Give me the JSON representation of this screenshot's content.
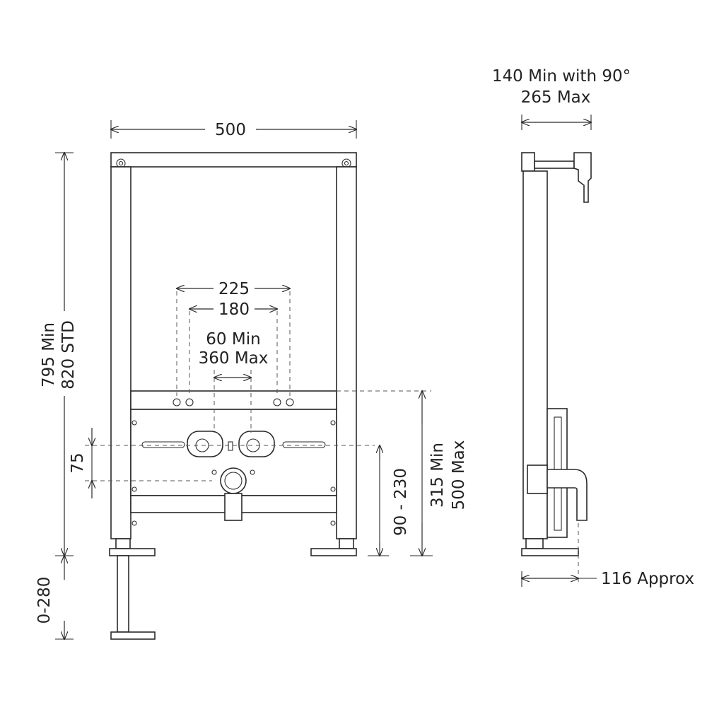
{
  "labels": {
    "overall_width": "500",
    "overall_height_min": "795 Min",
    "overall_height_std": "820 STD",
    "feet_adjust": "0-280",
    "hole_spacing_outer": "225",
    "hole_spacing_inner": "180",
    "pipe_gap_min": "60 Min",
    "pipe_gap_max": "360 Max",
    "bracket_offset": "75",
    "outlet_height": "90 - 230",
    "fixing_height_min": "315 Min",
    "fixing_height_max": "500 Max",
    "side_depth_min": "140 Min with 90°",
    "side_depth_max": "265 Max",
    "side_foot_depth": "116 Approx"
  }
}
